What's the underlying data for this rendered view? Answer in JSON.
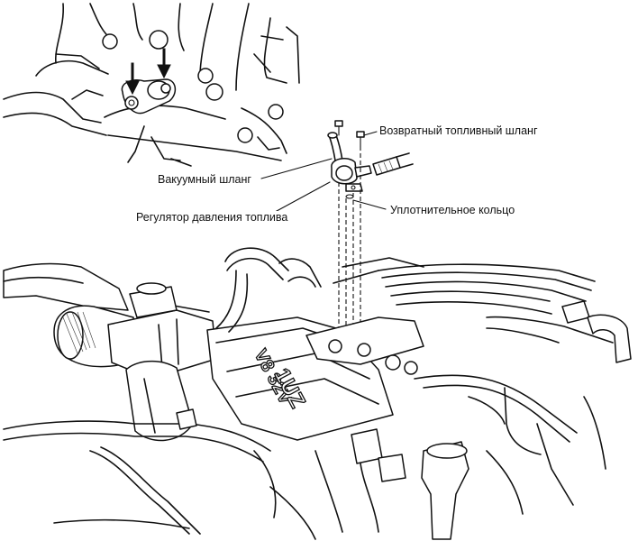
{
  "labels": {
    "return_hose": "Возвратный топливный шланг",
    "vacuum_hose": "Вакуумный шланг",
    "seal_ring": "Уплотнительное кольцо",
    "pressure_regulator": "Регулятор давления топлива"
  },
  "engine_marking": "V8 32V",
  "badge": "1UZ"
}
